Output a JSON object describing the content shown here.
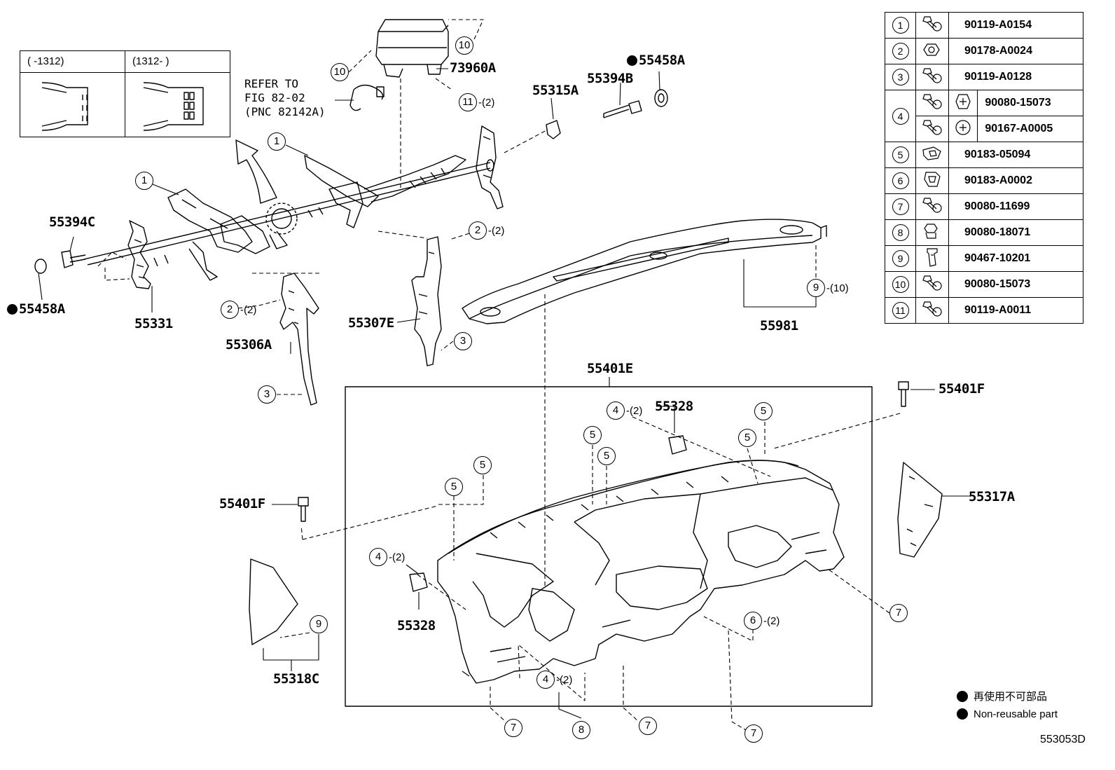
{
  "inset": {
    "left_header": "(     -1312)",
    "right_header": "(1312-      )"
  },
  "refer_note": [
    "REFER TO",
    "FIG 82-02",
    "(PNC 82142A)"
  ],
  "part_labels": {
    "p55394C": "55394C",
    "p55458A_left": "55458A",
    "p55331": "55331",
    "p55306A": "55306A",
    "p55307E": "55307E",
    "p73960A": "73960A",
    "p55315A": "55315A",
    "p55394B": "55394B",
    "p55458A_right": "55458A",
    "p55981": "55981",
    "p55401E": "55401E",
    "p55401F_right": "55401F",
    "p55401F_left": "55401F",
    "p55328_top": "55328",
    "p55328_left": "55328",
    "p55317A": "55317A",
    "p55318C": "55318C"
  },
  "callouts": [
    {
      "num": "1",
      "qty": ""
    },
    {
      "num": "1",
      "qty": ""
    },
    {
      "num": "10",
      "qty": ""
    },
    {
      "num": "10",
      "qty": ""
    },
    {
      "num": "11",
      "qty": "-(2)"
    },
    {
      "num": "2",
      "qty": "-(2)"
    },
    {
      "num": "2",
      "qty": "-(2)"
    },
    {
      "num": "3",
      "qty": ""
    },
    {
      "num": "3",
      "qty": ""
    },
    {
      "num": "9",
      "qty": "-(10)"
    },
    {
      "num": "4",
      "qty": "-(2)"
    },
    {
      "num": "5",
      "qty": ""
    },
    {
      "num": "5",
      "qty": ""
    },
    {
      "num": "5",
      "qty": ""
    },
    {
      "num": "5",
      "qty": ""
    },
    {
      "num": "5",
      "qty": ""
    },
    {
      "num": "5",
      "qty": ""
    },
    {
      "num": "4",
      "qty": "-(2)"
    },
    {
      "num": "7",
      "qty": ""
    },
    {
      "num": "6",
      "qty": "-(2)"
    },
    {
      "num": "9",
      "qty": ""
    },
    {
      "num": "4",
      "qty": "-(2)"
    },
    {
      "num": "7",
      "qty": ""
    },
    {
      "num": "8",
      "qty": ""
    },
    {
      "num": "7",
      "qty": ""
    },
    {
      "num": "7",
      "qty": ""
    }
  ],
  "parts_table": [
    {
      "num": "1",
      "parts": [
        "90119-A0154"
      ]
    },
    {
      "num": "2",
      "parts": [
        "90178-A0024"
      ]
    },
    {
      "num": "3",
      "parts": [
        "90119-A0128"
      ]
    },
    {
      "num": "4",
      "parts": [
        "90080-15073",
        "90167-A0005"
      ]
    },
    {
      "num": "5",
      "parts": [
        "90183-05094"
      ]
    },
    {
      "num": "6",
      "parts": [
        "90183-A0002"
      ]
    },
    {
      "num": "7",
      "parts": [
        "90080-11699"
      ]
    },
    {
      "num": "8",
      "parts": [
        "90080-18071"
      ]
    },
    {
      "num": "9",
      "parts": [
        "90467-10201"
      ]
    },
    {
      "num": "10",
      "parts": [
        "90080-15073"
      ]
    },
    {
      "num": "11",
      "parts": [
        "90119-A0011"
      ]
    }
  ],
  "legend": {
    "jp": "再使用不可部品",
    "en": "Non-reusable part"
  },
  "figure_id": "553053D",
  "icons": [
    "bolt-icon",
    "nut-icon",
    "clip-icon",
    "washer-icon",
    "screw-icon"
  ]
}
